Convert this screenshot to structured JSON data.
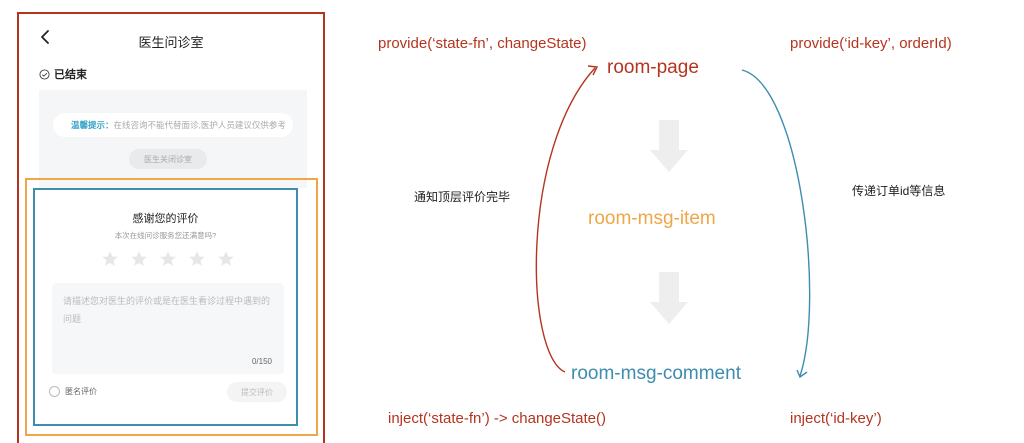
{
  "phone": {
    "title": "医生问诊室",
    "status": "已结束",
    "tip_label": "温馨提示：",
    "tip_text": "在线咨询不能代替面诊,医护人员建议仅供参考",
    "close_label": "医生关闭诊室",
    "rating": {
      "title": "感谢您的评价",
      "subtitle": "本次在线问诊服务您还满意吗?",
      "stars": 5,
      "placeholder": "请描述您对医生的评价或是在医生看诊过程中遇到的问题",
      "count": "0/150",
      "anonymous_label": "匿名评价",
      "submit_label": "提交评价"
    }
  },
  "diagram": {
    "provide_left": "provide(‘state-fn’, changeState)",
    "provide_right": "provide(‘id-key’, orderId)",
    "node_page": "room-page",
    "node_item": "room-msg-item",
    "node_comment": "room-msg-comment",
    "label_notify": "通知顶层评价完毕",
    "label_pass": "传递订单id等信息",
    "inject_left": "inject(‘state-fn’) -> changeState()",
    "inject_right": "inject(‘id-key’)"
  },
  "colors": {
    "red": "#b5341f",
    "orange": "#f0a648",
    "blue": "#3e8cb0",
    "grey_arrow": "#eeeeee"
  }
}
